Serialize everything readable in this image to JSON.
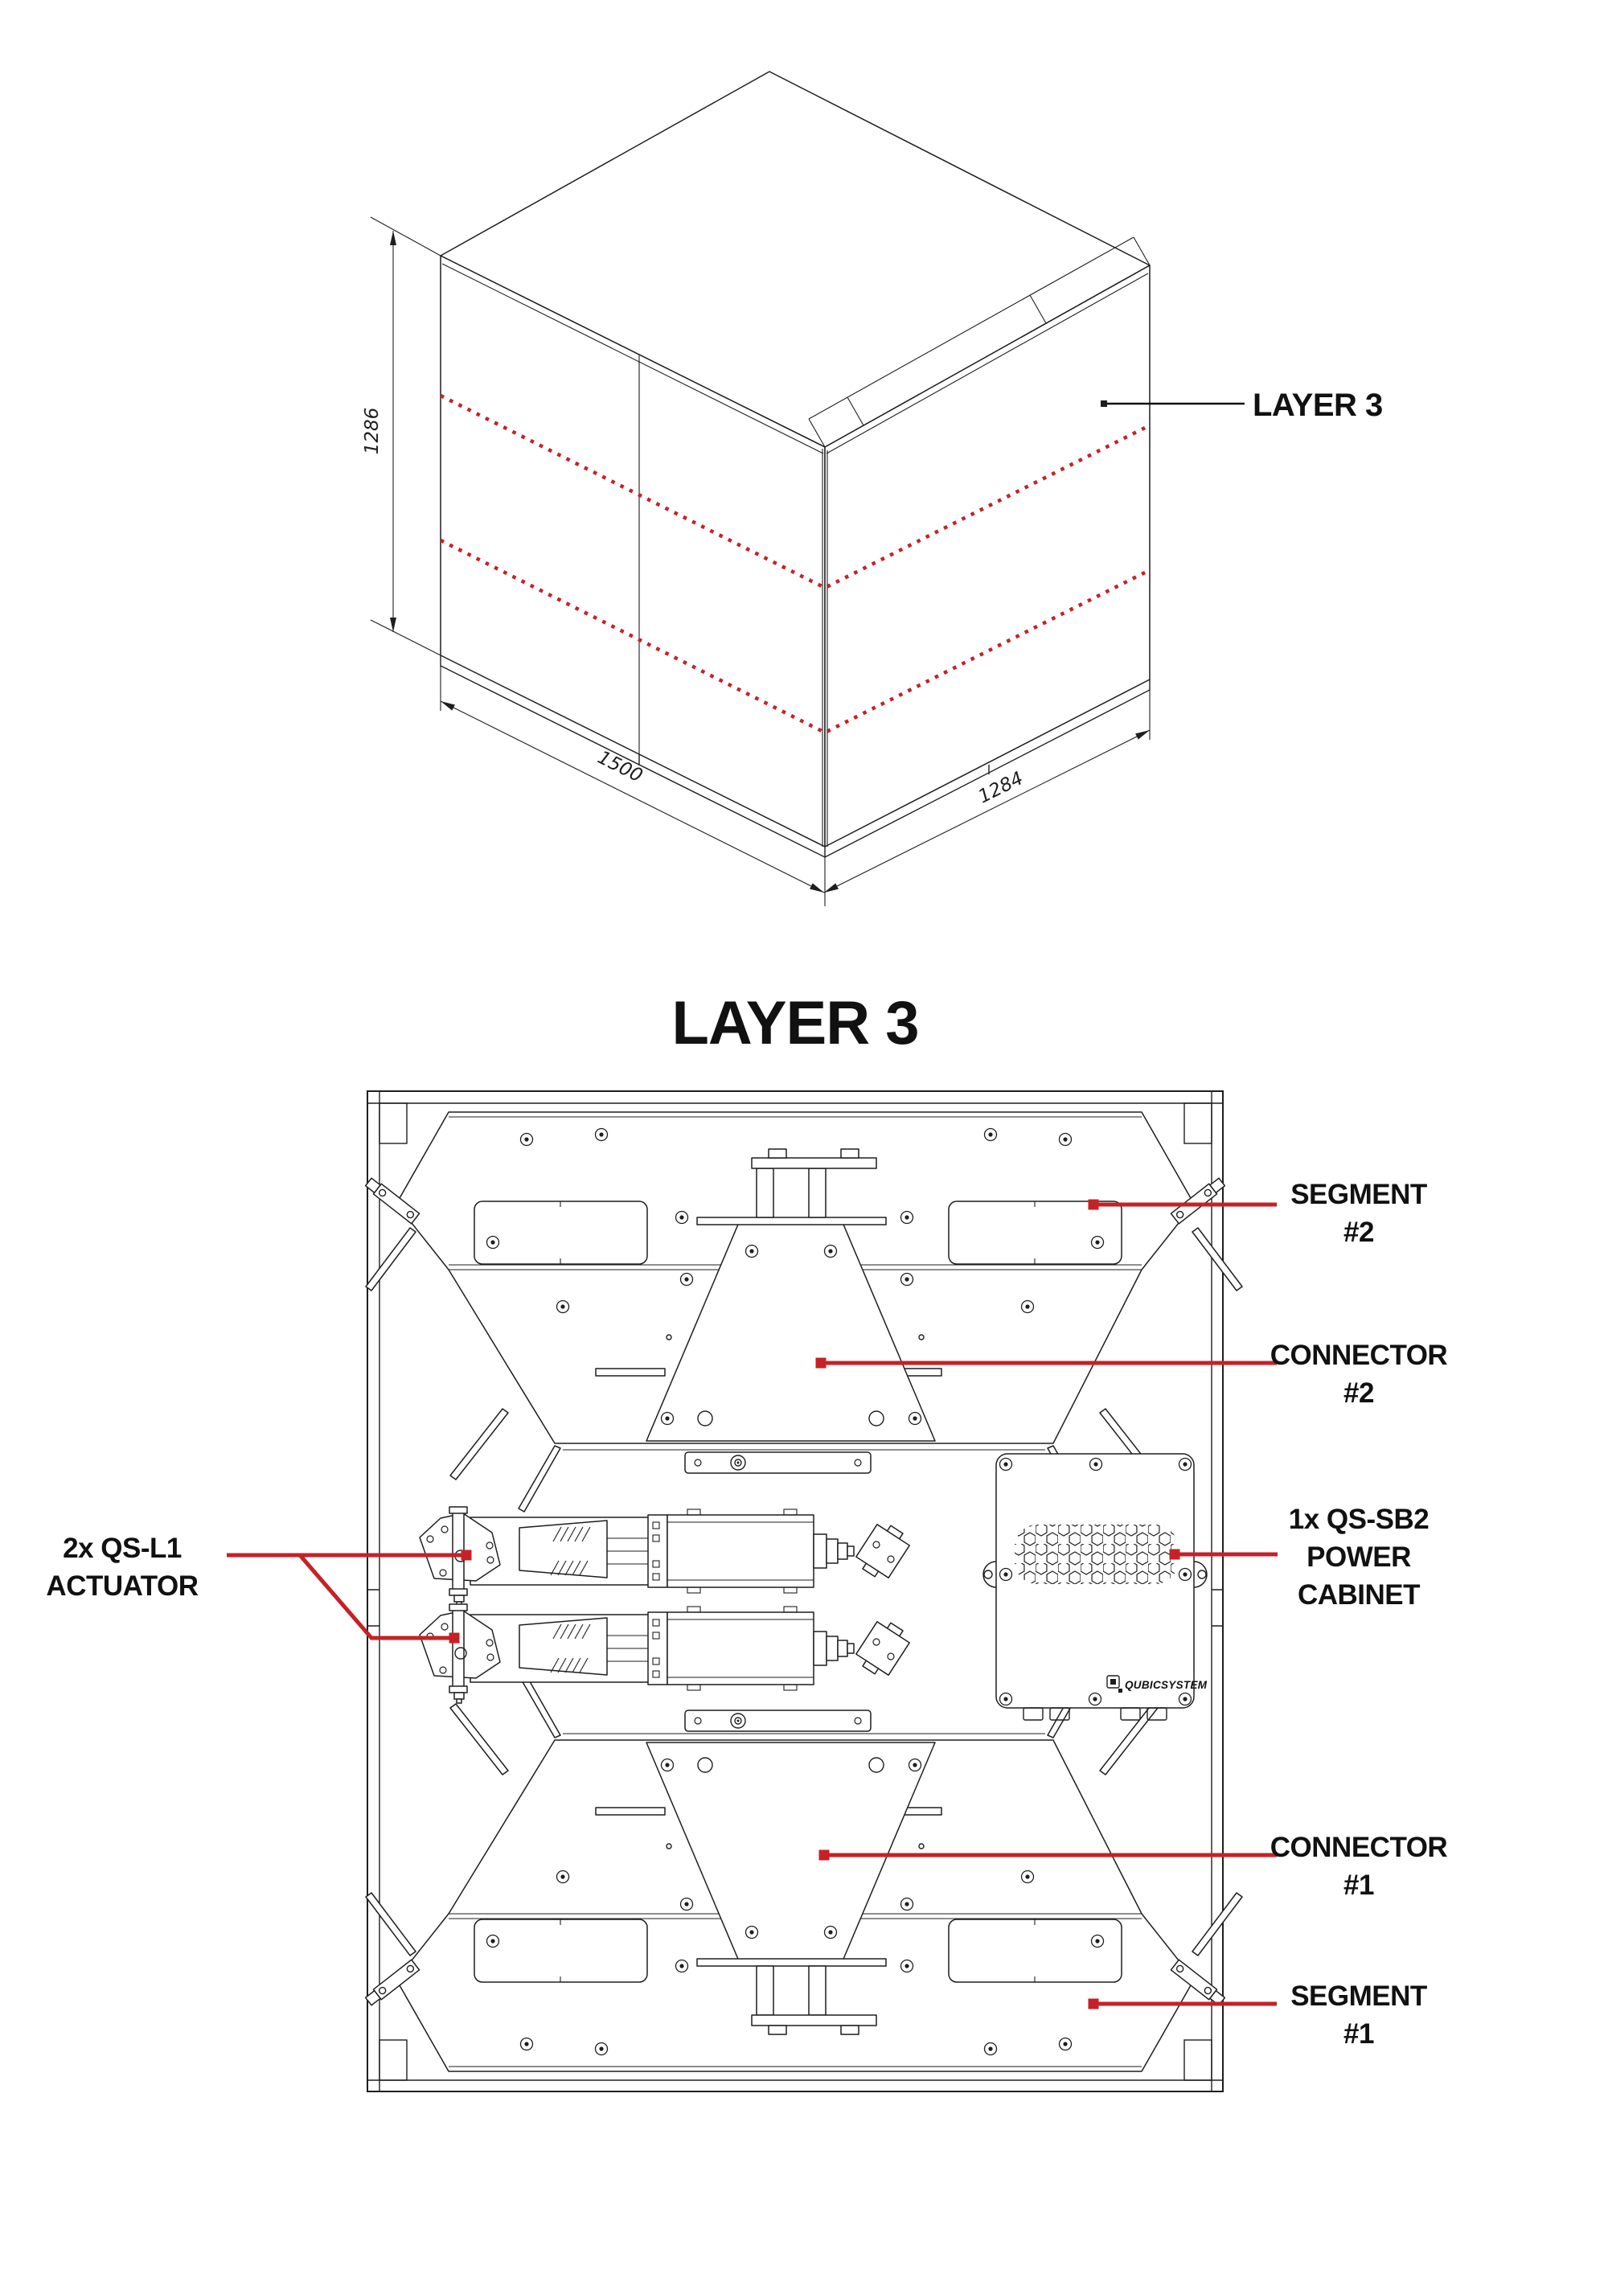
{
  "colors": {
    "line": "#1e1e1e",
    "accent_red": "#c62127",
    "background": "#ffffff"
  },
  "iso_view": {
    "callout_label": "LAYER 3",
    "dimensions": {
      "height": "1286",
      "depth": "1500",
      "width": "1284"
    }
  },
  "plan_view": {
    "title": "LAYER 3",
    "callouts": {
      "segment2": {
        "line1": "SEGMENT",
        "line2": "#2"
      },
      "connector2": {
        "line1": "CONNECTOR",
        "line2": "#2"
      },
      "actuators": {
        "line1": "2x QS-L1",
        "line2": "ACTUATOR"
      },
      "power_cabinet": {
        "line1": "1x QS-SB2",
        "line2": "POWER",
        "line3": "CABINET"
      },
      "connector1": {
        "line1": "CONNECTOR",
        "line2": "#1"
      },
      "segment1": {
        "line1": "SEGMENT",
        "line2": "#1"
      }
    },
    "cabinet_logo": "QUBICSYSTEM"
  }
}
